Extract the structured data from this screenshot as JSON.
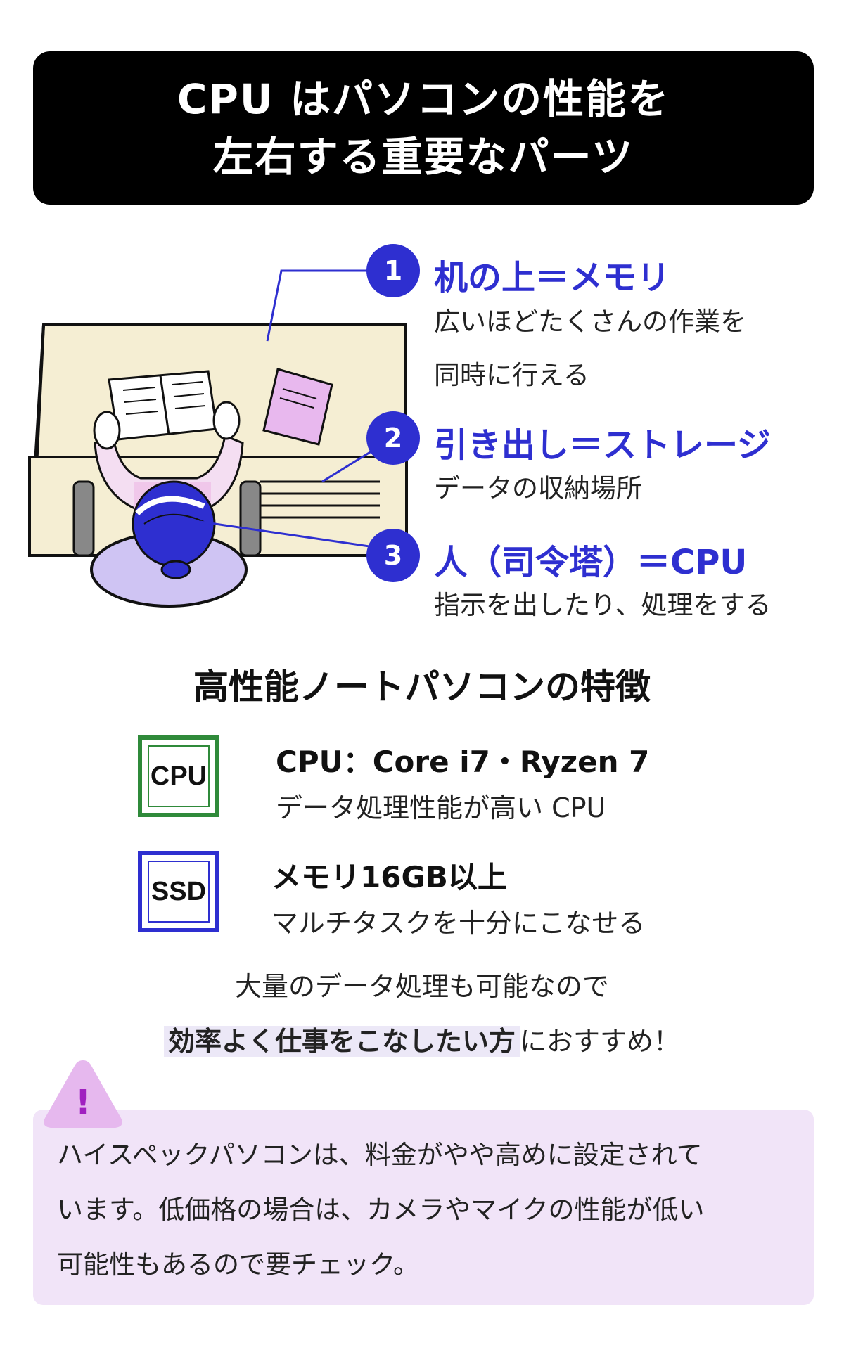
{
  "header": {
    "line1": "CPU はパソコンの性能を",
    "line2": "左右する重要なパーツ"
  },
  "labels": [
    {
      "num": "1",
      "title": "机の上＝メモリ",
      "desc": [
        "広いほどたくさんの作業を",
        "同時に行える"
      ]
    },
    {
      "num": "2",
      "title": "引き出し＝ストレージ",
      "desc": [
        "データの収納場所"
      ]
    },
    {
      "num": "3",
      "title": "人（司令塔）＝CPU",
      "desc": [
        "指示を出したり、処理をする"
      ]
    }
  ],
  "section_title": "高性能ノートパソコンの特徴",
  "specs": [
    {
      "icon": "CPU",
      "title": "CPU：Core i7・Ryzen 7",
      "desc": "データ処理性能が高い CPU",
      "color": "#2f8a3a"
    },
    {
      "icon": "SSD",
      "title": "メモリ16GB以上",
      "desc": "マルチタスクを十分にこなせる",
      "color": "#2e2fd0"
    }
  ],
  "recommend": {
    "line1": "大量のデータ処理も可能なので",
    "highlight": "効率よく仕事をこなしたい方",
    "suffix": "におすすめ！"
  },
  "warning": {
    "icon": "!",
    "lines": [
      "ハイスペックパソコンは、料金がやや高めに設定されて",
      "います。低価格の場合は、カメラやマイクの性能が低い",
      "可能性もあるので要チェック。"
    ]
  },
  "colors": {
    "accent": "#2e2fd0",
    "warning_bg": "#f1e4f8",
    "warning_icon": "#e6b8ee"
  }
}
